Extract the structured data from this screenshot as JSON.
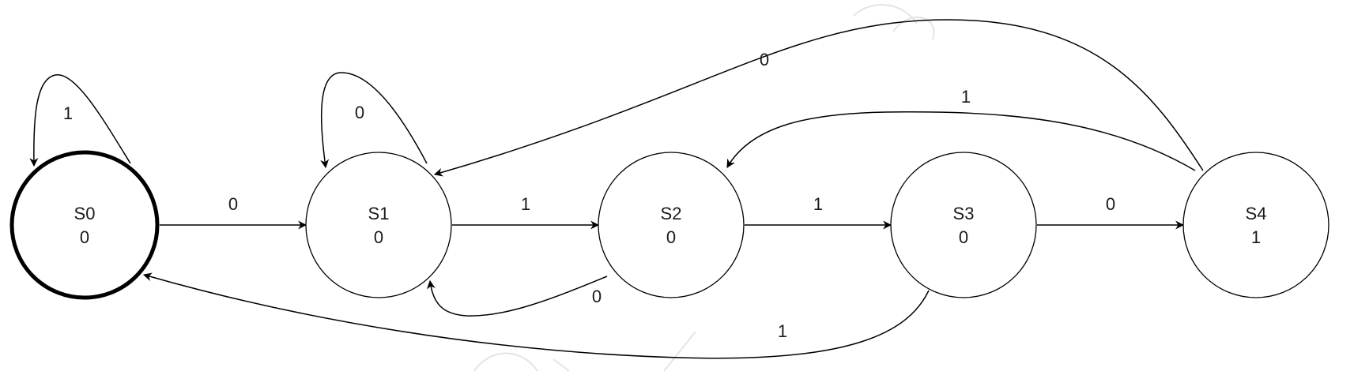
{
  "states": [
    {
      "name": "S0",
      "output": "0"
    },
    {
      "name": "S1",
      "output": "0"
    },
    {
      "name": "S2",
      "output": "0"
    },
    {
      "name": "S3",
      "output": "0"
    },
    {
      "name": "S4",
      "output": "1"
    }
  ],
  "initial_state": "S0",
  "transitions": [
    {
      "from": "S0",
      "to": "S0",
      "input": "1"
    },
    {
      "from": "S0",
      "to": "S1",
      "input": "0"
    },
    {
      "from": "S1",
      "to": "S1",
      "input": "0"
    },
    {
      "from": "S1",
      "to": "S2",
      "input": "1"
    },
    {
      "from": "S2",
      "to": "S1",
      "input": "0"
    },
    {
      "from": "S2",
      "to": "S3",
      "input": "1"
    },
    {
      "from": "S3",
      "to": "S0",
      "input": "1"
    },
    {
      "from": "S3",
      "to": "S4",
      "input": "0"
    },
    {
      "from": "S4",
      "to": "S2",
      "input": "1"
    },
    {
      "from": "S4",
      "to": "S1",
      "input": "0"
    }
  ],
  "colors": {
    "line": "#000000",
    "text": "#1a1a1a",
    "background": "#ffffff",
    "watermark": "#e4e4e4"
  }
}
